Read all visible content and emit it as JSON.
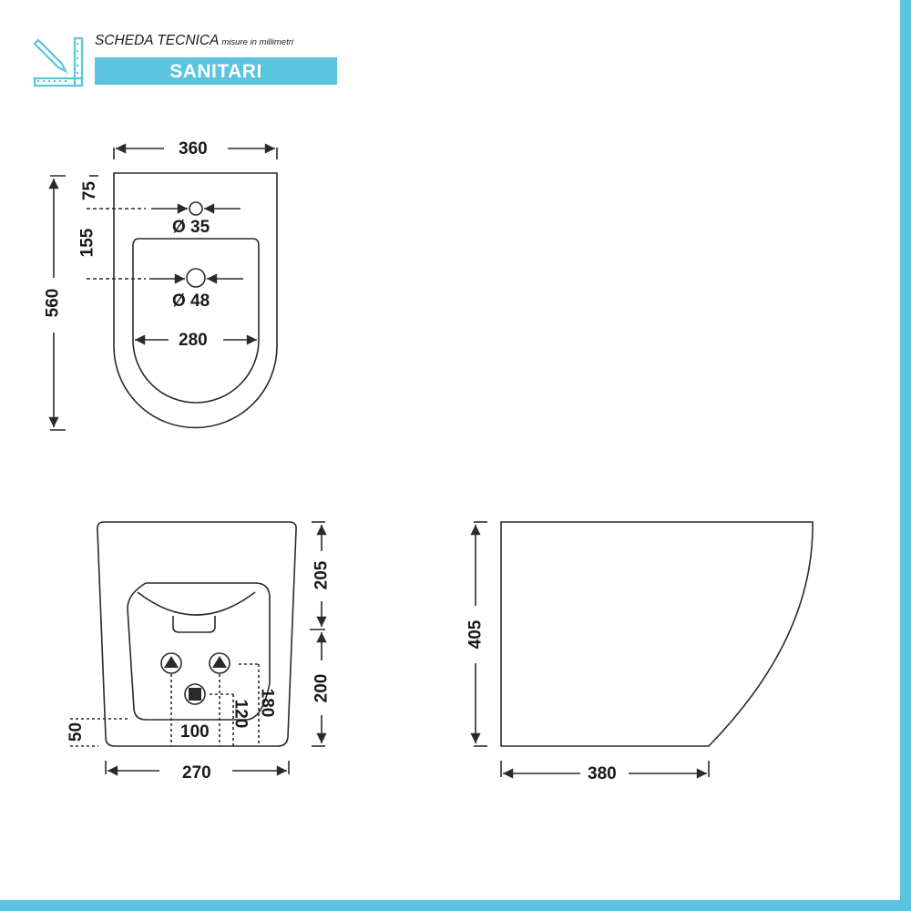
{
  "header": {
    "title": "SCHEDA TECNICA",
    "subtitle": "misure in millimetri",
    "banner": "SANITARI",
    "logo_icon": "ruler-pencil-icon"
  },
  "colors": {
    "accent": "#5BC4DF",
    "line": "#2a2a2a",
    "background": "#ffffff"
  },
  "top_view": {
    "width_label": "360",
    "height_label": "560",
    "tap_hole_offset_label": "75",
    "tap_hole_diameter_label": "Ø 35",
    "drain_offset_label": "155",
    "drain_diameter_label": "Ø 48",
    "bowl_width_label": "280"
  },
  "front_view": {
    "upper_height_label": "205",
    "lower_height_label": "200",
    "base_offset_label": "50",
    "inlet_spacing_label": "100",
    "drain_height_label": "120",
    "inlet_height_label": "180",
    "width_label": "270"
  },
  "side_view": {
    "height_label": "405",
    "depth_label": "380"
  }
}
